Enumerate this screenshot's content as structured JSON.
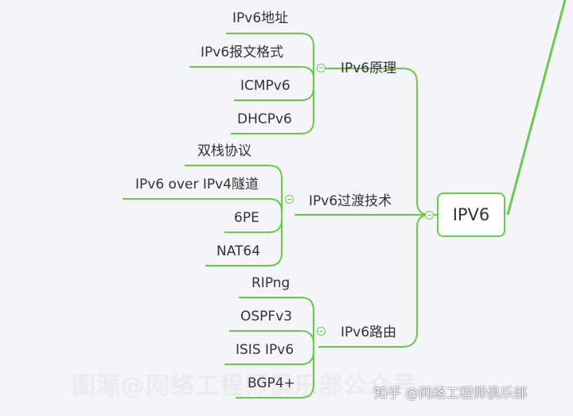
{
  "mindmap": {
    "root": "IPV6",
    "branches": [
      {
        "label": "IPv6原理",
        "children": [
          "IPv6地址",
          "IPv6报文格式",
          "ICMPv6",
          "DHCPv6"
        ]
      },
      {
        "label": "IPv6过渡技术",
        "children": [
          "双栈协议",
          "IPv6 over IPv4隧道",
          "6PE",
          "NAT64"
        ]
      },
      {
        "label": "IPv6路由",
        "children": [
          "RIPng",
          "OSPFv3",
          "ISIS IPv6",
          "BGP4+"
        ]
      }
    ]
  },
  "watermark": {
    "background_text": "图源@网络工程师俱乐部公众号",
    "zhihu_text": "知乎 @网络工程师俱乐部"
  },
  "colors": {
    "line": "#6cc94f",
    "text": "#333333",
    "background": "#f4f5f9"
  }
}
